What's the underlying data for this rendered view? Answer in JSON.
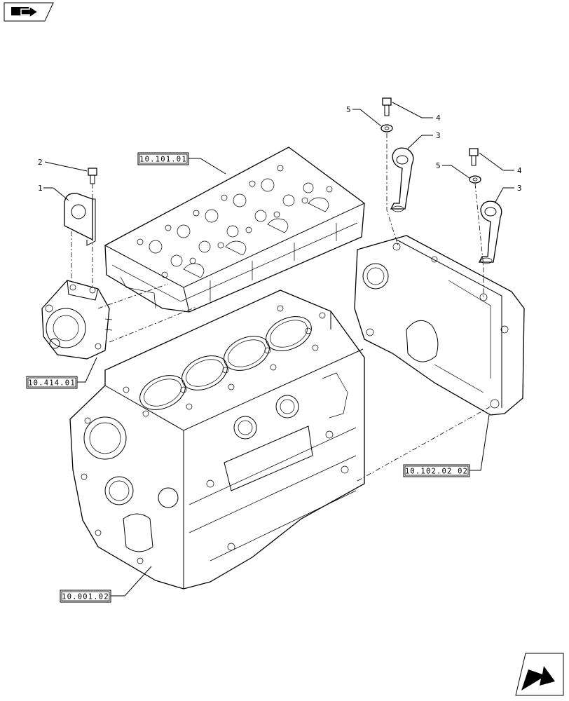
{
  "callouts": [
    {
      "id": "c1",
      "number": "1"
    },
    {
      "id": "c2",
      "number": "2"
    },
    {
      "id": "c3a",
      "number": "3"
    },
    {
      "id": "c3b",
      "number": "3"
    },
    {
      "id": "c4a",
      "number": "4"
    },
    {
      "id": "c4b",
      "number": "4"
    },
    {
      "id": "c5a",
      "number": "5"
    },
    {
      "id": "c5b",
      "number": "5"
    }
  ],
  "references": [
    {
      "id": "cylinder-head",
      "label": "10.101.01"
    },
    {
      "id": "water-pump",
      "label": "10.414.01"
    },
    {
      "id": "flywheel-housing",
      "label": "10.102.02 02"
    },
    {
      "id": "engine-block",
      "label": "10.001.02"
    }
  ],
  "navigation": {
    "previous_icon": "book-arrow-icon",
    "next_icon": "next-page-arrow-icon"
  }
}
